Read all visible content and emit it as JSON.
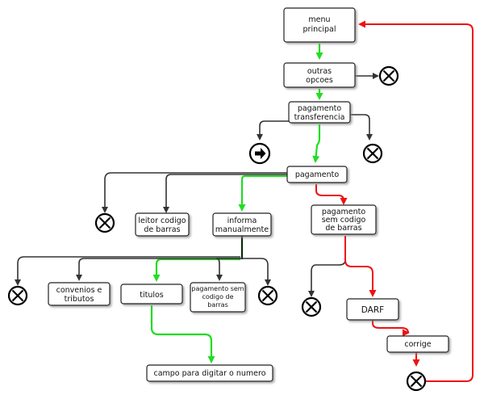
{
  "nodes": {
    "menu_principal": [
      "menu",
      "principal"
    ],
    "outras_opcoes": [
      "outras",
      "opcoes"
    ],
    "pagamento_transferencia": [
      "pagamento",
      "transferencia"
    ],
    "pagamento": [
      "pagamento"
    ],
    "leitor_codigo_barras": [
      "leitor codigo",
      "de barras"
    ],
    "informa_manualmente": [
      "informa",
      "manualmente"
    ],
    "pagamento_sem_codigo": [
      "pagamento",
      "sem codigo",
      "de barras"
    ],
    "convenios_tributos": [
      "convenios e",
      "tributos"
    ],
    "titulos": [
      "titulos"
    ],
    "pagamento_sem_codigo_small": [
      "pagamento sem",
      "codigo de",
      "barras"
    ],
    "darf": [
      "DARF"
    ],
    "corrige": [
      "corrige"
    ],
    "campo_digitar": [
      "campo para digitar o numero"
    ]
  },
  "icons": {
    "cancel": "cancel-x-icon",
    "next": "arrow-right-icon"
  },
  "colors": {
    "main_path": "#22dd22",
    "error_path": "#ee1111",
    "neutral_path": "#333333"
  }
}
